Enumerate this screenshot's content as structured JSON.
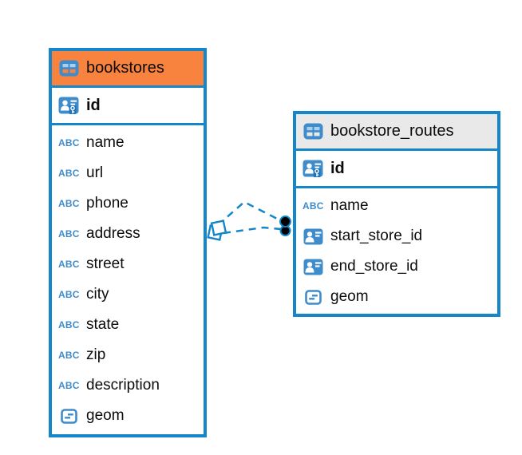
{
  "diagram": {
    "type": "entity-relationship",
    "background": "#ffffff"
  },
  "colors": {
    "table_border": "#1587c9",
    "header_bookstores": "#f8833e",
    "header_routes": "#e9e9e9",
    "icon_blue": "#3e8ccb",
    "relation_line": "#1587c9",
    "relation_dot": "#000000",
    "text": "#0c0c0c"
  },
  "icons": {
    "text_type_label": "ABC"
  },
  "tables": [
    {
      "name": "bookstores",
      "header_style": "orange",
      "primary_key": {
        "name": "id",
        "type": "primary-key"
      },
      "columns": [
        {
          "name": "name",
          "type": "text"
        },
        {
          "name": "url",
          "type": "text"
        },
        {
          "name": "phone",
          "type": "text"
        },
        {
          "name": "address",
          "type": "text"
        },
        {
          "name": "street",
          "type": "text"
        },
        {
          "name": "city",
          "type": "text"
        },
        {
          "name": "state",
          "type": "text"
        },
        {
          "name": "zip",
          "type": "text"
        },
        {
          "name": "description",
          "type": "text"
        },
        {
          "name": "geom",
          "type": "geometry"
        }
      ]
    },
    {
      "name": "bookstore_routes",
      "header_style": "gray",
      "primary_key": {
        "name": "id",
        "type": "primary-key"
      },
      "columns": [
        {
          "name": "name",
          "type": "text"
        },
        {
          "name": "start_store_id",
          "type": "reference"
        },
        {
          "name": "end_store_id",
          "type": "reference"
        },
        {
          "name": "geom",
          "type": "geometry"
        }
      ]
    }
  ],
  "relations": [
    {
      "from_table": "bookstores",
      "to_table": "bookstore_routes",
      "style": "dashed"
    },
    {
      "from_table": "bookstores",
      "to_table": "bookstore_routes",
      "style": "dashed"
    }
  ]
}
